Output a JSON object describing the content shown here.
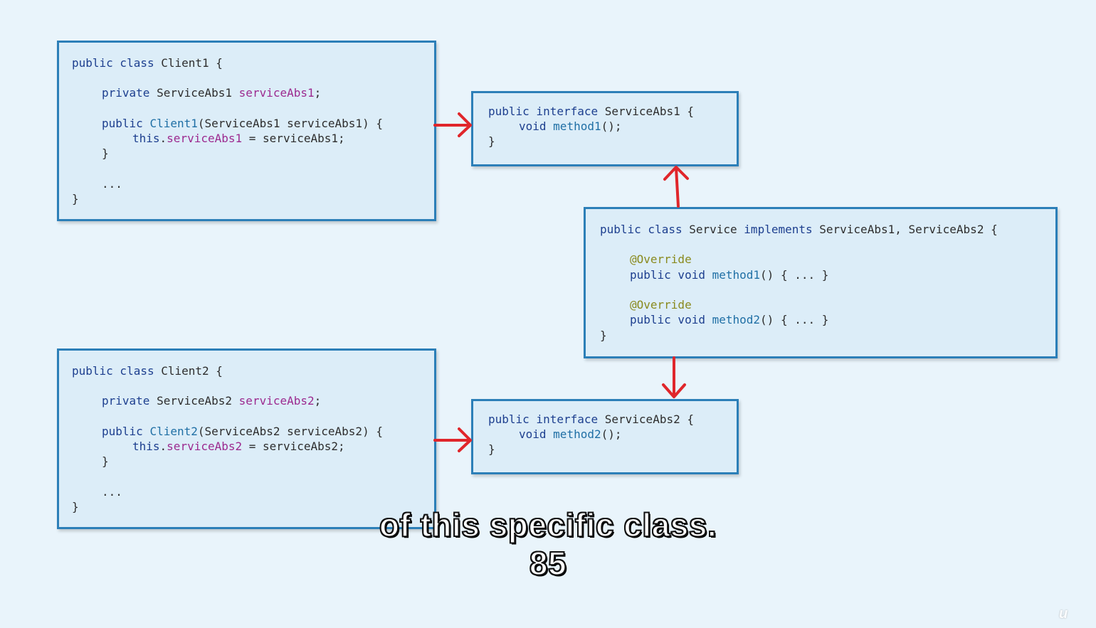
{
  "client1": {
    "l1_kw": "public class",
    "l1_name": " Client1 {",
    "l2_kw": "private",
    "l2_type": " ServiceAbs1 ",
    "l2_field": "serviceAbs1",
    "l2_end": ";",
    "l3_kw": "public",
    "l3_ctor": "Client1",
    "l3_args": "(ServiceAbs1 serviceAbs1) {",
    "l4_this": "this",
    "l4_dot": ".",
    "l4_field": "serviceAbs1",
    "l4_rest": " = serviceAbs1;",
    "l5": "}",
    "l6": "...",
    "l7": "}"
  },
  "client2": {
    "l1_kw": "public class",
    "l1_name": " Client2 {",
    "l2_kw": "private",
    "l2_type": " ServiceAbs2 ",
    "l2_field": "serviceAbs2",
    "l2_end": ";",
    "l3_kw": "public",
    "l3_ctor": "Client2",
    "l3_args": "(ServiceAbs2 serviceAbs2) {",
    "l4_this": "this",
    "l4_dot": ".",
    "l4_field": "serviceAbs2",
    "l4_rest": " = serviceAbs2;",
    "l5": "}",
    "l6": "...",
    "l7": "}"
  },
  "iface1": {
    "l1_kw": "public interface",
    "l1_name": " ServiceAbs1 {",
    "l2_kw": "void",
    "l2_method": "method1",
    "l2_end": "();",
    "l3": "}"
  },
  "iface2": {
    "l1_kw": "public interface",
    "l1_name": " ServiceAbs2 {",
    "l2_kw": "void",
    "l2_method": "method2",
    "l2_end": "();",
    "l3": "}"
  },
  "service": {
    "l1_kw": "public class",
    "l1_name": " Service ",
    "l1_impl": "implements",
    "l1_rest": " ServiceAbs1, ServiceAbs2 {",
    "ann1": "@Override",
    "m1_kw": "public void",
    "m1_name": "method1",
    "m1_rest": "() { ... }",
    "ann2": "@Override",
    "m2_kw": "public void",
    "m2_name": "method2",
    "m2_rest": "() { ... }",
    "close": "}"
  },
  "caption": {
    "line1": "of this specific class.",
    "line2": "85"
  },
  "logo": "u",
  "colors": {
    "arrow": "#e0262b",
    "box_border": "#2c7fb8",
    "box_fill": "#dcedf8",
    "background": "#e9f4fb",
    "keyword": "#1d3f8f",
    "field": "#9c2a8f",
    "annotation": "#8a8a1e"
  }
}
